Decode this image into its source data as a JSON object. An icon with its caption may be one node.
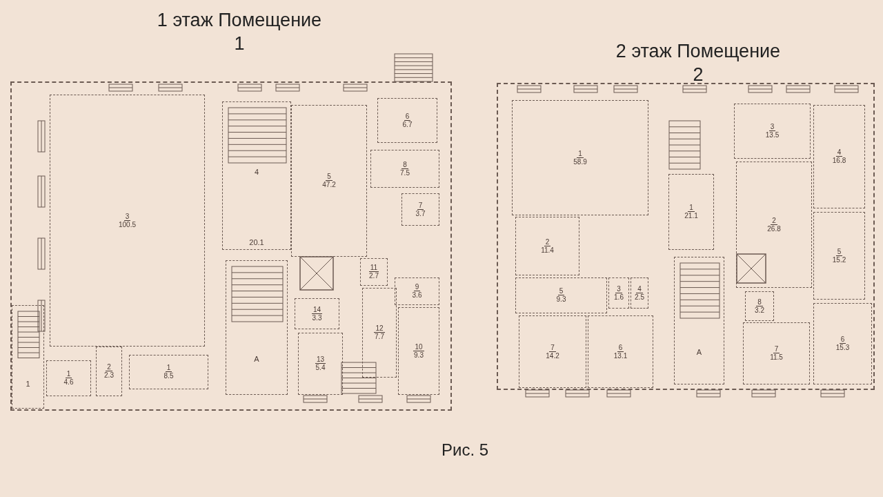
{
  "diagram": {
    "caption": "Рис. 5",
    "nodes": [
      {
        "text": [
          "1 этаж Помещение 1"
        ]
      },
      {
        "text": [
          "3",
          "100.5"
        ],
        "in": 0
      },
      {
        "text": [
          "4",
          "20.1"
        ],
        "in": 0
      },
      {
        "text": [
          "5",
          "47.2"
        ],
        "in": 0
      },
      {
        "text": [
          "6",
          "6.7"
        ],
        "in": 0
      },
      {
        "text": [
          "8",
          "7.5"
        ],
        "in": 0
      },
      {
        "text": [
          "7",
          "3.7"
        ],
        "in": 0
      },
      {
        "text": [
          "11",
          "2.7"
        ],
        "in": 0
      },
      {
        "text": [
          "А"
        ],
        "in": 0
      },
      {
        "text": [
          "14",
          "3.3"
        ],
        "in": 0
      },
      {
        "text": [
          "9",
          "3.6"
        ],
        "in": 0
      },
      {
        "text": [
          "12",
          "7.7"
        ],
        "in": 0
      },
      {
        "text": [
          "10",
          "9.3"
        ],
        "in": 0
      },
      {
        "text": [
          "13",
          "5.4"
        ],
        "in": 0
      },
      {
        "text": [
          "1"
        ],
        "in": 0
      },
      {
        "text": [
          "1",
          "4.6"
        ],
        "in": 0
      },
      {
        "text": [
          "2",
          "2.3"
        ],
        "in": 0
      },
      {
        "text": [
          "1",
          "8.5"
        ],
        "in": 0
      },
      {
        "text": [
          "2 этаж Помещение 2"
        ]
      },
      {
        "text": [
          "1",
          "58.9"
        ],
        "in": 18
      },
      {
        "text": [
          "3",
          "13.5"
        ],
        "in": 18
      },
      {
        "text": [
          "4",
          "16.8"
        ],
        "in": 18
      },
      {
        "text": [
          "1",
          "21.1"
        ],
        "in": 18
      },
      {
        "text": [
          "2",
          "26.8"
        ],
        "in": 18
      },
      {
        "text": [
          "2",
          "11.4"
        ],
        "in": 18
      },
      {
        "text": [
          "5",
          "15.2"
        ],
        "in": 18
      },
      {
        "text": [
          "5",
          "9.3"
        ],
        "in": 18
      },
      {
        "text": [
          "3",
          "1.6"
        ],
        "in": 18
      },
      {
        "text": [
          "4",
          "2.5"
        ],
        "in": 18
      },
      {
        "text": [
          "А"
        ],
        "in": 18
      },
      {
        "text": [
          "8",
          "3.2"
        ],
        "in": 18
      },
      {
        "text": [
          "7",
          "14.2"
        ],
        "in": 18
      },
      {
        "text": [
          "6",
          "13.1"
        ],
        "in": 18
      },
      {
        "text": [
          "6",
          "15.3"
        ],
        "in": 18
      },
      {
        "text": [
          "7",
          "11.5"
        ],
        "in": 18
      }
    ]
  }
}
